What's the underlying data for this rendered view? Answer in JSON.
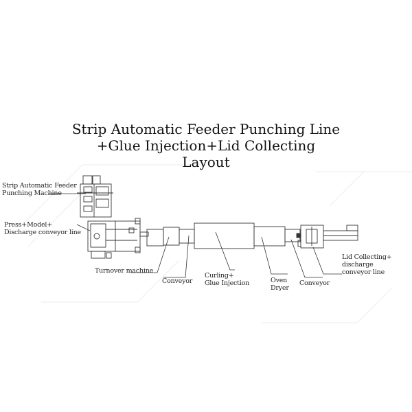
{
  "diagram": {
    "title_lines": [
      "Strip Automatic Feeder Punching Line",
      "+Glue Injection+Lid Collecting",
      "Layout"
    ],
    "labels": {
      "feeder_1": "Strip Automatic Feeder",
      "feeder_2": "Punching Machine",
      "press_1": "Press+Model+",
      "press_2": "Discharge conveyor line",
      "turnover": "Turnover machine",
      "conveyor_1": "Conveyor",
      "curling_1": "Curling+",
      "curling_2": "Glue Injection",
      "oven_1": "Oven",
      "oven_2": "Dryer",
      "conveyor_2": "Conveyor",
      "lid_1": "Lid Collecting+",
      "lid_2": "discharge",
      "lid_3": "conveyor line"
    },
    "colors": {
      "line": "#333333",
      "text": "#222222",
      "background": "#ffffff",
      "watermark": "#eeeeee"
    }
  }
}
